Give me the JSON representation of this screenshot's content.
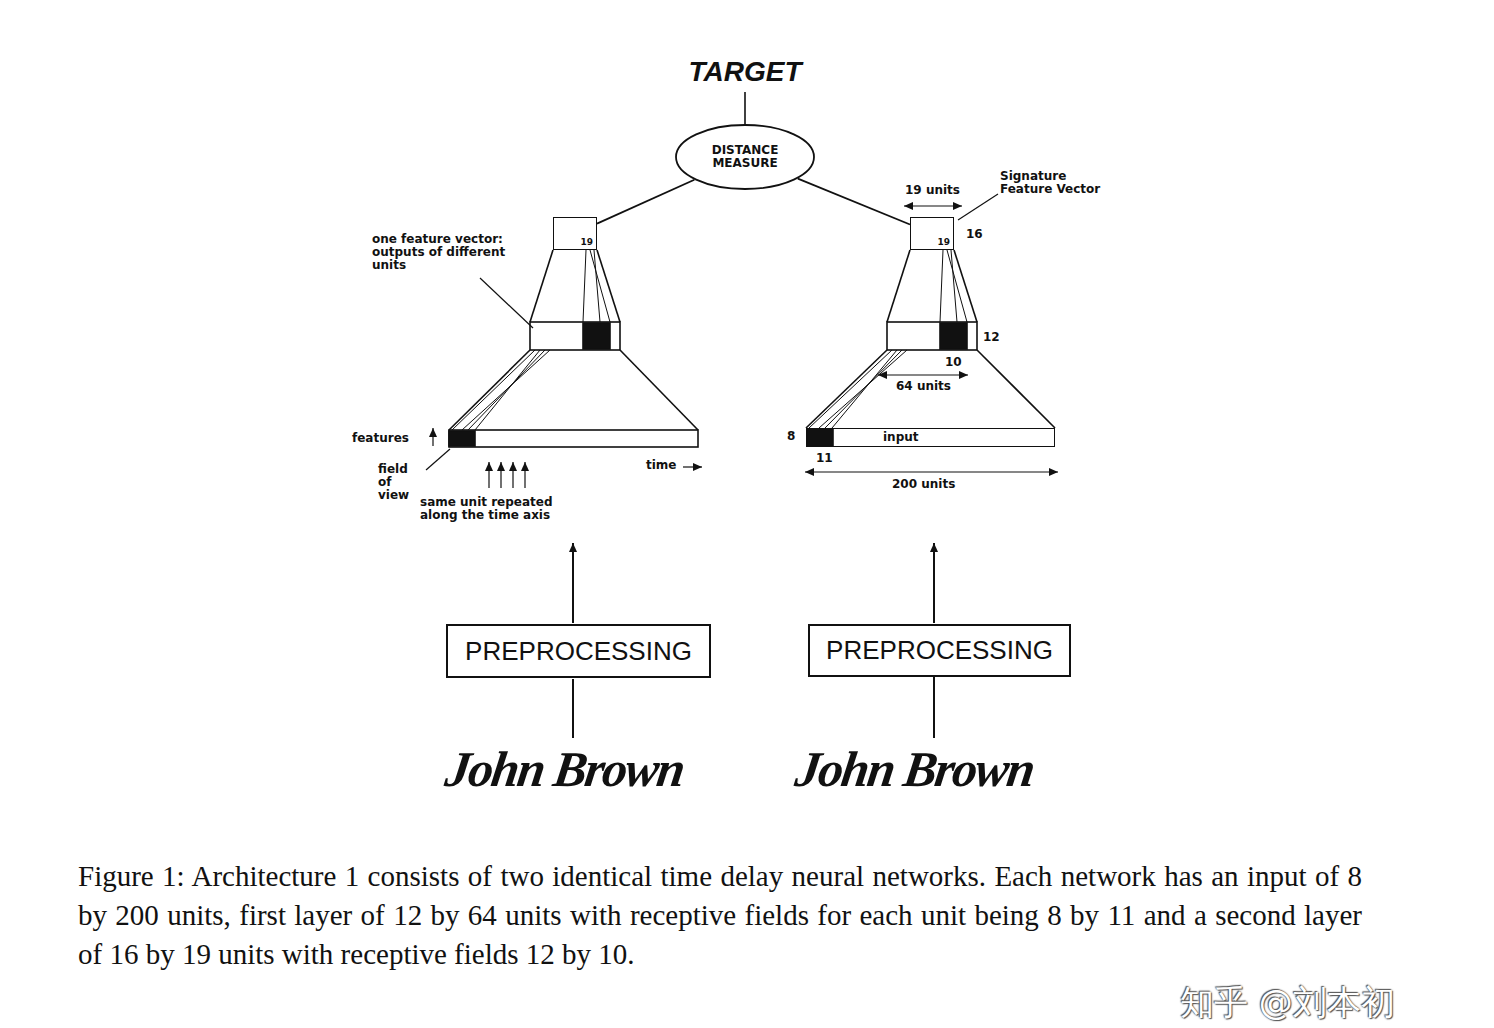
{
  "diagram": {
    "caption": "Figure 1: Architecture 1 consists of two identical time delay neural networks. Each network has an input of 8 by 200 units, first layer of 12 by 64 units with receptive fields for each unit being 8 by 11 and a second layer of 16 by 19 units with receptive fields 12 by 10.",
    "nodes": [
      {
        "text": [
          "DISTANCE MEASURE"
        ]
      },
      {
        "text": [
          "19"
        ]
      },
      {
        "text": [
          "19"
        ]
      },
      {
        "text": [
          "input"
        ]
      },
      {
        "text": [
          "PREPROCESSING"
        ]
      },
      {
        "text": [
          "PREPROCESSING"
        ]
      }
    ],
    "edges": [
      {
        "from": 0,
        "to": 1,
        "arrow": "none"
      },
      {
        "from": 0,
        "to": 2,
        "arrow": "none"
      }
    ],
    "labels": [
      "TARGET",
      "one feature vector: outputs of different units",
      "features",
      "field of view",
      "same unit repeated along the time axis",
      "time",
      "19 units",
      "Signature Feature Vector",
      "16",
      "12",
      "10",
      "64 units",
      "8",
      "11",
      "200 units",
      "John Brown",
      "John Brown",
      "知乎 @刘本初"
    ]
  }
}
